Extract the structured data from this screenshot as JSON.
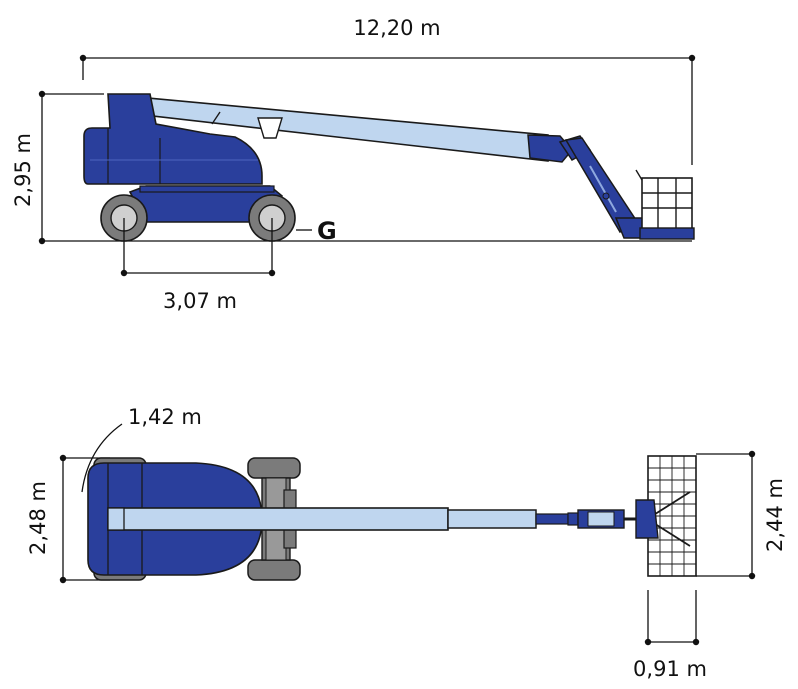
{
  "dimensions": {
    "overall_length": "12,20 m",
    "stowed_height": "2,95 m",
    "wheelbase": "3,07 m",
    "ground_clearance_label": "G",
    "turning_radius": "1,42 m",
    "overall_width": "2,48 m",
    "platform_width": "2,44 m",
    "platform_depth": "0,91 m"
  },
  "colors": {
    "chassis_blue": "#2a3f9c",
    "boom_light_blue": "#bfd6ef",
    "tire_gray": "#7b7b7b",
    "hub_light_gray": "#cfcfcf",
    "platform_white": "#ffffff",
    "line_black": "#111111"
  }
}
